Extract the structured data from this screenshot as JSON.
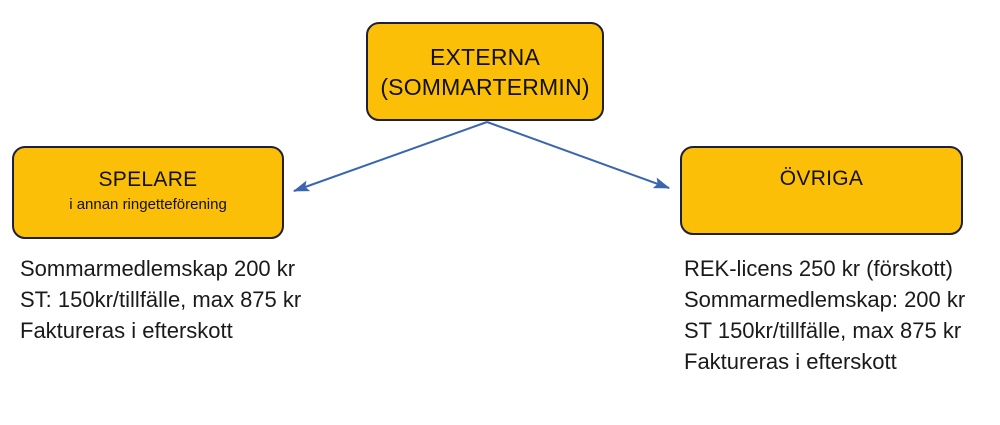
{
  "diagram": {
    "type": "flowchart",
    "colors": {
      "node_fill": "#FCBF07",
      "node_border": "#1F1F38",
      "connector": "#3A66B0",
      "text": "#1a1a1a",
      "background": "#ffffff"
    },
    "root": {
      "id": "externa",
      "title": "EXTERNA",
      "subtitle": "(SOMMARTERMIN)"
    },
    "branches": [
      {
        "id": "spelare",
        "title": "SPELARE",
        "subtitle": "i annan ringetteförening",
        "details": [
          "Sommarmedlemskap 200 kr",
          "ST: 150kr/tillfälle, max 875 kr",
          "Faktureras i efterskott"
        ]
      },
      {
        "id": "ovriga",
        "title": "ÖVRIGA",
        "subtitle": "",
        "details": [
          "REK-licens 250 kr (förskott)",
          "Sommarmedlemskap: 200 kr",
          "ST 150kr/tillfälle, max 875 kr",
          "Faktureras i efterskott"
        ]
      }
    ],
    "connectors": [
      {
        "id": "arrow-to-spelare",
        "from": "externa",
        "to": "spelare",
        "style": "solid-arrow"
      },
      {
        "id": "arrow-to-ovriga",
        "from": "externa",
        "to": "ovriga",
        "style": "solid-arrow"
      }
    ]
  }
}
